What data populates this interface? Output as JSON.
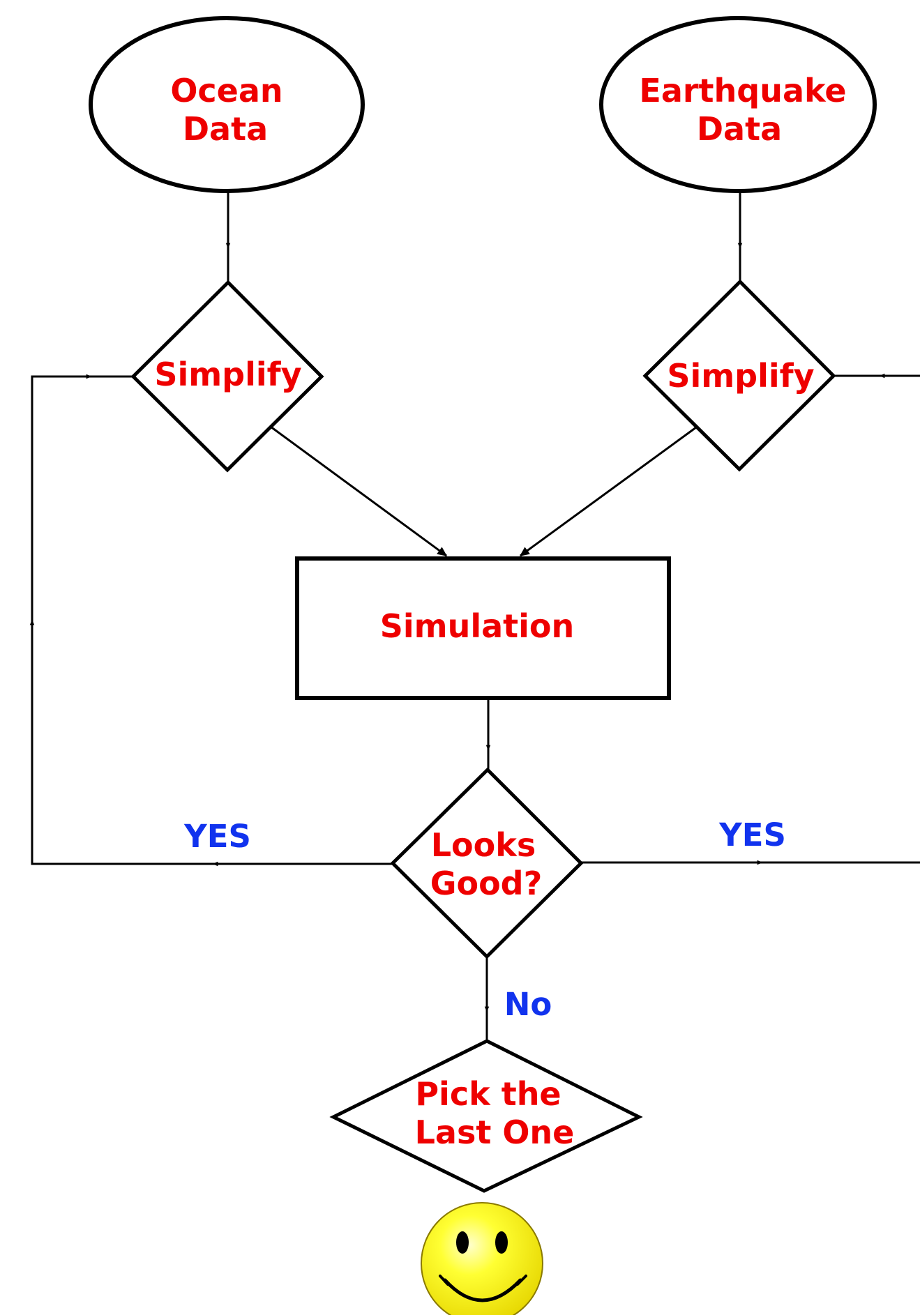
{
  "colors": {
    "node_text": "#ee0000",
    "edge_text": "#1133ee",
    "stroke": "#000000",
    "smiley_fill": "#ffff00"
  },
  "nodes": {
    "ocean_data": {
      "line1": "Ocean",
      "line2": "Data"
    },
    "earthquake_data": {
      "line1": "Earthquake",
      "line2": "Data"
    },
    "simplify_left": {
      "label": "Simplify"
    },
    "simplify_right": {
      "label": "Simplify"
    },
    "simulation": {
      "label": "Simulation"
    },
    "looks_good": {
      "line1": "Looks",
      "line2": "Good?"
    },
    "pick_last": {
      "line1": "Pick the",
      "line2": "Last One"
    }
  },
  "edges": {
    "yes_left": "YES",
    "yes_right": "YES",
    "no": "No"
  },
  "icons": {
    "smiley": "smiley-face-icon"
  }
}
